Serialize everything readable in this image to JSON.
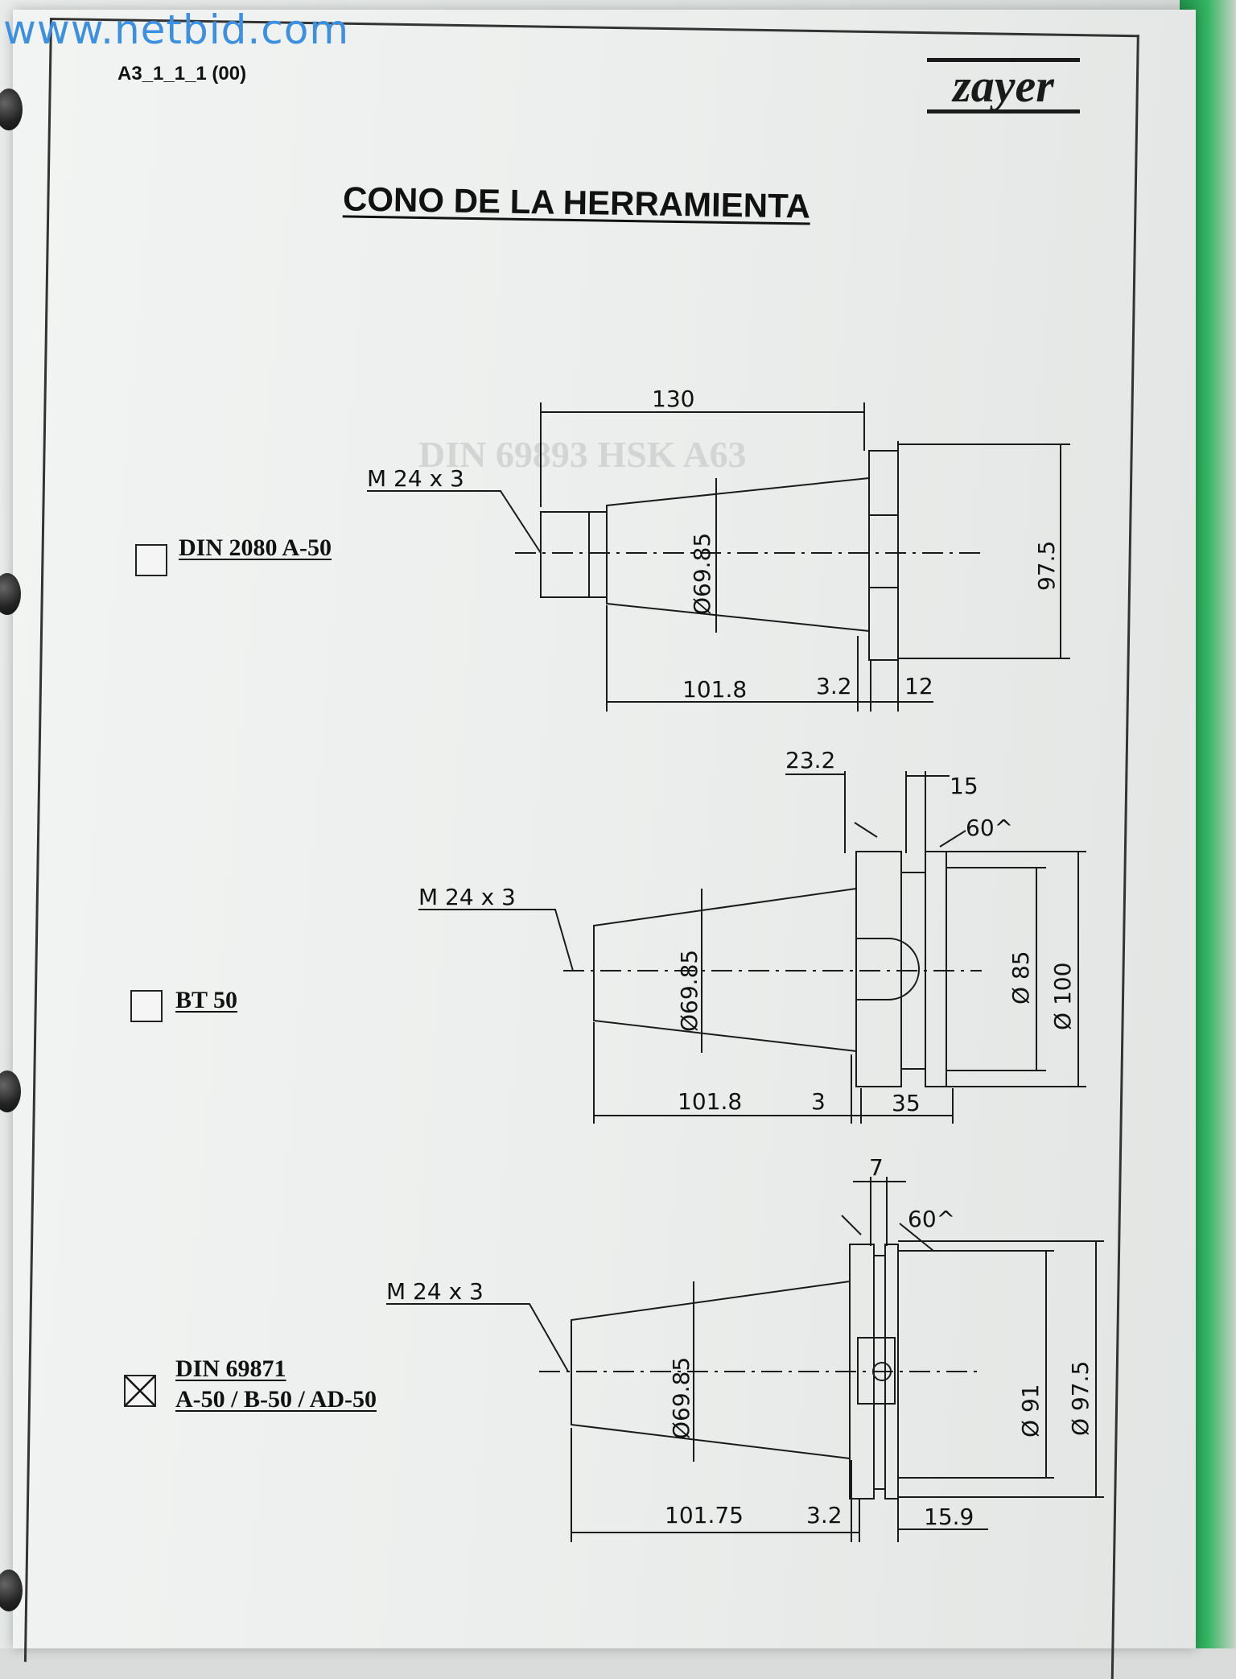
{
  "watermark": "www.netbid.com",
  "document_code": "A3_1_1_1 (00)",
  "brand_logo": "zayer",
  "title": "CONO DE LA HERRAMIENTA",
  "ghost_text": "DIN 69893 HSK A63",
  "options": [
    {
      "label": "DIN 2080 A-50",
      "checked": false,
      "dims": {
        "length": "130",
        "thread": "M 24 x 3",
        "taper_dia": "Ø69.85",
        "flange_dia": "97.5",
        "taper_length": "101.8",
        "gap": "3.2",
        "flange": "12"
      }
    },
    {
      "label": "BT 50",
      "checked": false,
      "dims": {
        "gauge": "23.2",
        "groove": "15",
        "angle": "60^",
        "thread": "M 24 x 3",
        "taper_dia": "Ø69.85",
        "groove_dia": "Ø 85",
        "flange_dia": "Ø 100",
        "taper_length": "101.8",
        "gap": "3",
        "flange": "35"
      }
    },
    {
      "label_line1": "DIN 69871",
      "label_line2": "A-50 / B-50 / AD-50",
      "checked": true,
      "dims": {
        "groove": "7",
        "angle": "60^",
        "thread": "M 24 x 3",
        "taper_dia": "Ø69.85",
        "groove_dia": "Ø 91",
        "flange_dia": "Ø 97.5",
        "taper_length": "101.75",
        "gap": "3.2",
        "flange": "15.9"
      }
    }
  ]
}
